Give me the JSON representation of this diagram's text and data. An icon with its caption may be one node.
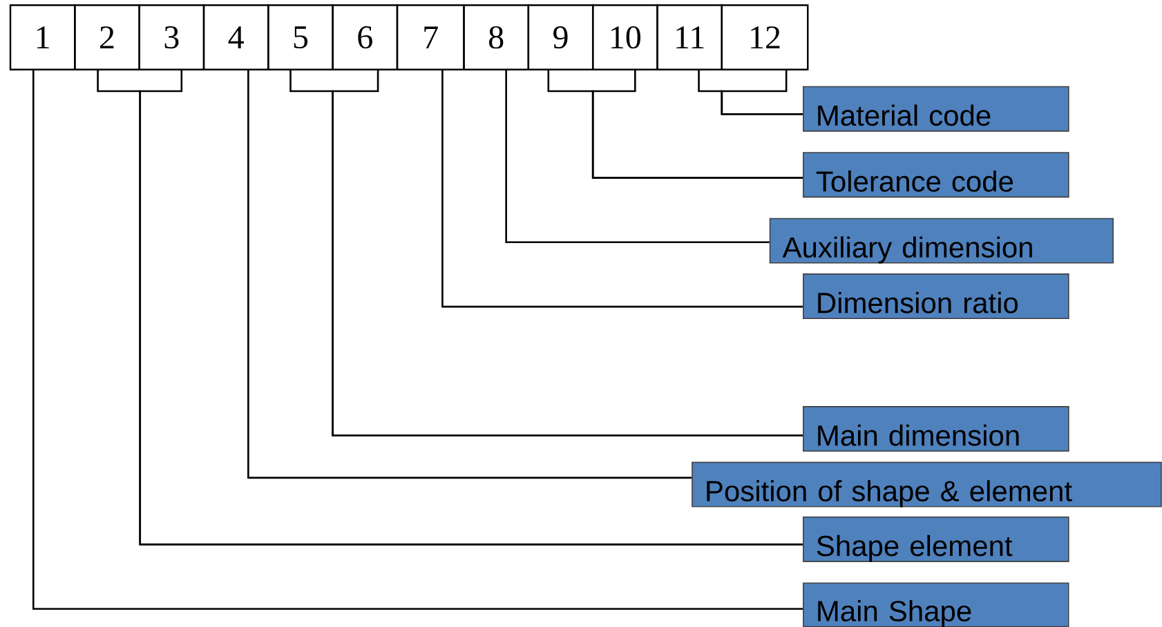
{
  "diagram": {
    "nodes": [
      {
        "text": [
          "1"
        ]
      },
      {
        "text": [
          "2"
        ]
      },
      {
        "text": [
          "3"
        ]
      },
      {
        "text": [
          "4"
        ]
      },
      {
        "text": [
          "5"
        ]
      },
      {
        "text": [
          "6"
        ]
      },
      {
        "text": [
          "7"
        ]
      },
      {
        "text": [
          "8"
        ]
      },
      {
        "text": [
          "9"
        ]
      },
      {
        "text": [
          "10"
        ]
      },
      {
        "text": [
          "11"
        ]
      },
      {
        "text": [
          "12"
        ]
      },
      {
        "text": [
          "Material code"
        ]
      },
      {
        "text": [
          "Tolerance code"
        ]
      },
      {
        "text": [
          "Auxiliary dimension"
        ]
      },
      {
        "text": [
          "Dimension ratio"
        ]
      },
      {
        "text": [
          "Main dimension"
        ]
      },
      {
        "text": [
          "Position of shape & element"
        ]
      },
      {
        "text": [
          "Shape element"
        ]
      },
      {
        "text": [
          "Main Shape"
        ]
      }
    ],
    "edges": [
      {
        "from": 10,
        "to": 12,
        "arrow": "none"
      },
      {
        "from": 11,
        "to": 12,
        "arrow": "none"
      },
      {
        "from": 8,
        "to": 13,
        "arrow": "none"
      },
      {
        "from": 9,
        "to": 13,
        "arrow": "none"
      },
      {
        "from": 7,
        "to": 14,
        "arrow": "none"
      },
      {
        "from": 6,
        "to": 15,
        "arrow": "none"
      },
      {
        "from": 4,
        "to": 16,
        "arrow": "none"
      },
      {
        "from": 5,
        "to": 16,
        "arrow": "none"
      },
      {
        "from": 3,
        "to": 17,
        "arrow": "none"
      },
      {
        "from": 1,
        "to": 18,
        "arrow": "none"
      },
      {
        "from": 2,
        "to": 18,
        "arrow": "none"
      },
      {
        "from": 0,
        "to": 19,
        "arrow": "none"
      }
    ]
  }
}
